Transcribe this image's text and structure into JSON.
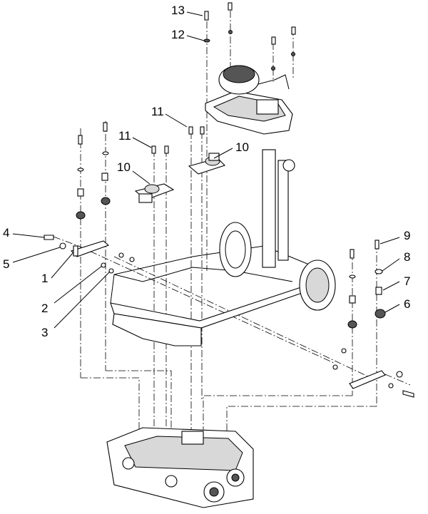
{
  "callouts": [
    {
      "id": "c13",
      "label": "13"
    },
    {
      "id": "c12",
      "label": "12"
    },
    {
      "id": "c11a",
      "label": "11"
    },
    {
      "id": "c11b",
      "label": "11"
    },
    {
      "id": "c10a",
      "label": "10"
    },
    {
      "id": "c10b",
      "label": "10"
    },
    {
      "id": "c4",
      "label": "4"
    },
    {
      "id": "c5",
      "label": "5"
    },
    {
      "id": "c1",
      "label": "1"
    },
    {
      "id": "c2",
      "label": "2"
    },
    {
      "id": "c3",
      "label": "3"
    },
    {
      "id": "c9",
      "label": "9"
    },
    {
      "id": "c8",
      "label": "8"
    },
    {
      "id": "c7",
      "label": "7"
    },
    {
      "id": "c6",
      "label": "6"
    }
  ]
}
